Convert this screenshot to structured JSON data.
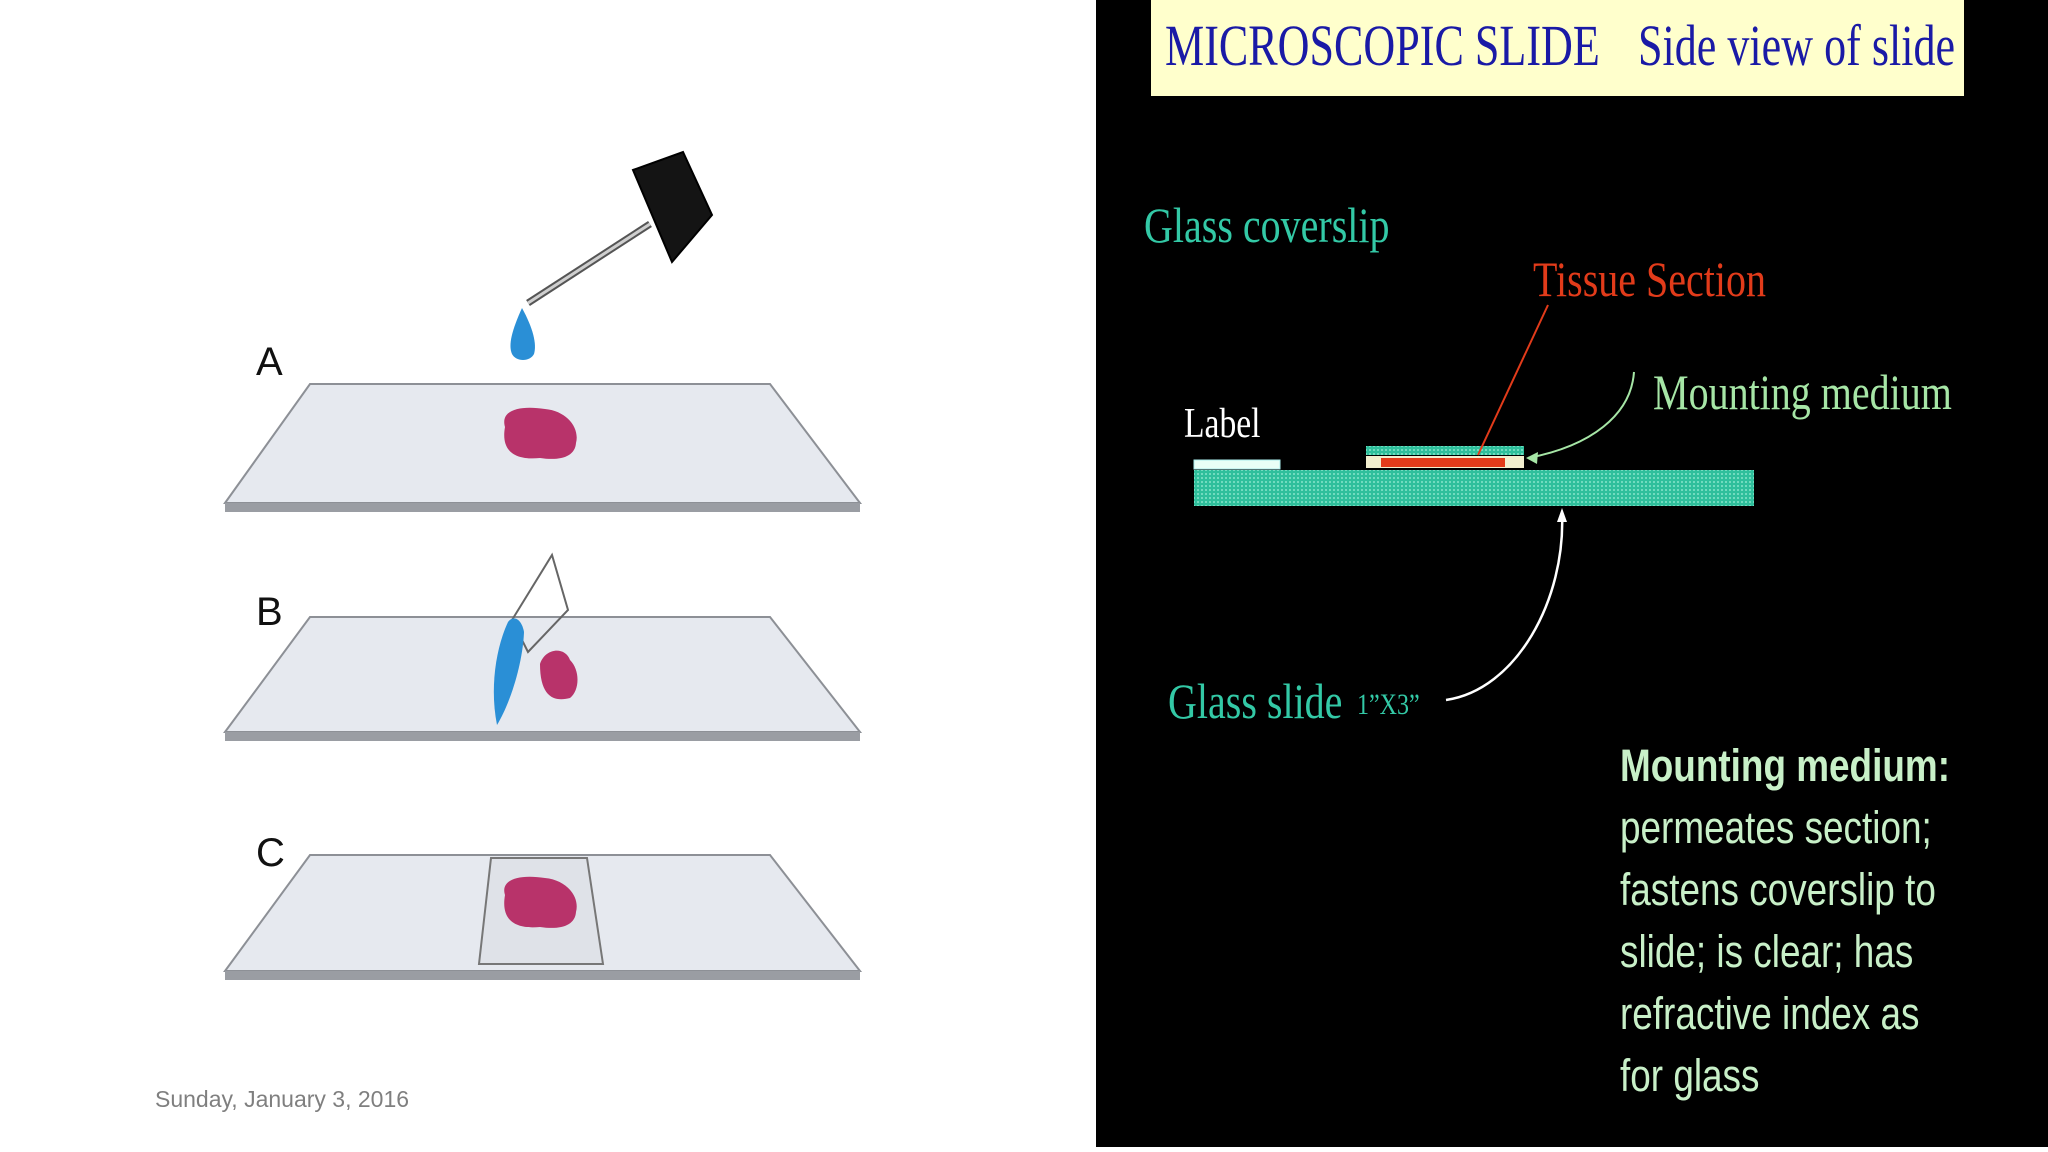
{
  "left": {
    "steps": [
      {
        "letter": "A"
      },
      {
        "letter": "B"
      },
      {
        "letter": "C"
      }
    ],
    "date": "Sunday, January 3, 2016"
  },
  "right": {
    "title_main": "MICROSCOPIC SLIDE",
    "title_side": "Side view of slide",
    "labels": {
      "glass_coverslip": "Glass coverslip",
      "tissue_section": "Tissue Section",
      "mounting_medium": "Mounting medium",
      "label": "Label",
      "glass_slide": "Glass slide",
      "glass_slide_size": "1”X3”"
    },
    "description": {
      "heading": "Mounting medium:",
      "body": "permeates section; fastens coverslip to slide; is clear; has refractive index as for glass"
    }
  },
  "colors": {
    "tissue": "#b8336a",
    "drop": "#2a8fd6",
    "slide_top": "#e6e9ef",
    "teal": "#33c9a6",
    "tissue_label": "#e23b1a",
    "green_label": "#a6e6a6",
    "title_bg": "#ffffcc",
    "title_text": "#1a1aa6"
  },
  "icons": [
    "dropper-icon",
    "coverslip-icon"
  ]
}
